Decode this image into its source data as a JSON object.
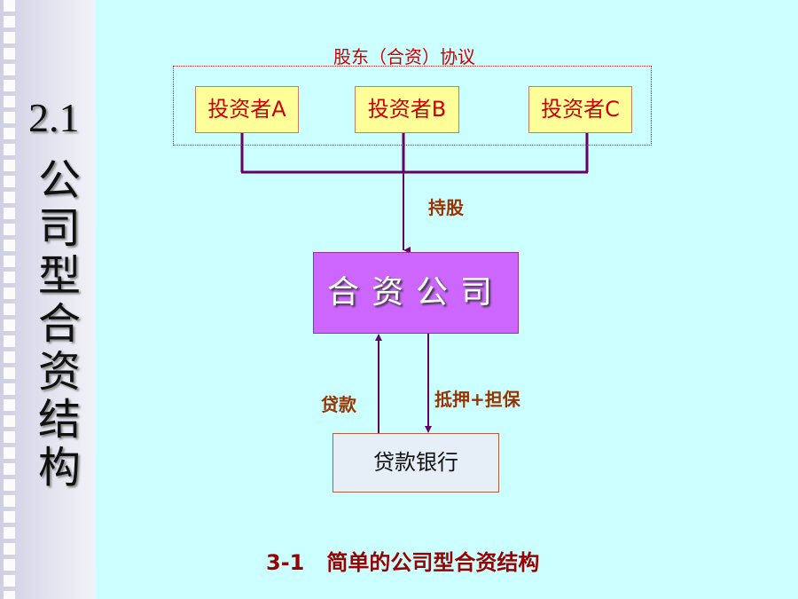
{
  "sidebar": {
    "section_number": "2.1",
    "section_title": "公司型合资结构"
  },
  "diagram": {
    "agreement_label": "股东（合资）协议",
    "investors": [
      "投资者A",
      "投资者B",
      "投资者C"
    ],
    "holding_label": "持股",
    "jv_company": "合资公司",
    "loan_label": "贷款",
    "collateral_label": "抵押+担保",
    "bank": "贷款银行"
  },
  "caption": "3-1   简单的公司型合资结构",
  "colors": {
    "background": "#ccffff",
    "investor_fill": "#ffff99",
    "jv_fill": "#cc66ff",
    "connector": "#660066",
    "label_red": "#cc0000"
  }
}
